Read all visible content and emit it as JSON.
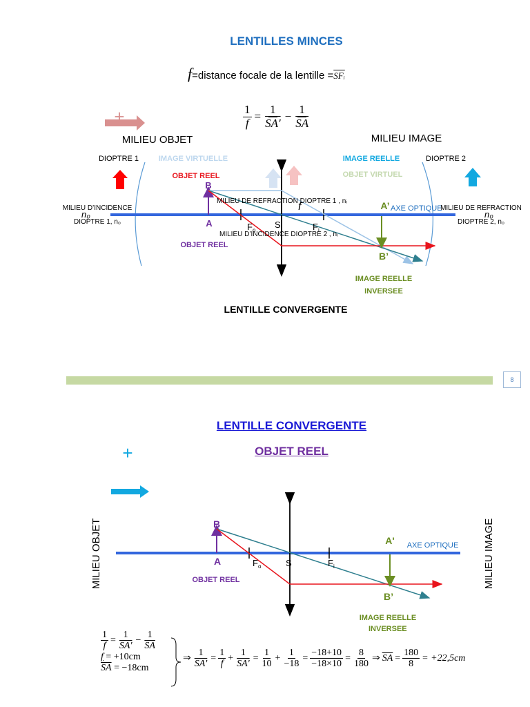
{
  "top": {
    "title": "LENTILLES MINCES",
    "f_symbol": "f",
    "f_definition": "=distance focale de la lentille =",
    "f_sfi": "SFᵢ",
    "formula": {
      "one": "1",
      "f": "f",
      "sa_prime": "SA'",
      "sa": "SA",
      "eq": "=",
      "minus": "−"
    },
    "plus_sign": "+",
    "milieu_objet": "MILIEU OBJET",
    "milieu_image": "MILIEU IMAGE",
    "dioptre1": "DIOPTRE 1",
    "dioptre2": "DIOPTRE 2",
    "image_virtuelle": "IMAGE VIRTUELLE",
    "objet_reel_top": "OBJET REEL",
    "image_reelle": "IMAGE REELLE",
    "objet_virtuel": "OBJET VIRTUEL",
    "point_b": "B",
    "point_a": "A",
    "point_a_prime": "A’",
    "point_b_prime": "B’",
    "milieu_refraction_dioptre1": "MILIEU DE REFRACTION DIOPTRE  1 , nᵢ",
    "axe_optique": "AXE OPTIQUE",
    "milieu_incidence_left_line1": "MILIEU D’INCIDENCE",
    "milieu_incidence_left_line2": "DIOPTRE  1, n₀",
    "n0_left": "n₀",
    "milieu_refraction_right_line1": "MILIEU DE REFRACTION",
    "milieu_refraction_right_line2": "DIOPTRE  2, n₀",
    "n0_right": "n₀",
    "focal_f_italic": "f",
    "focal_fo": "F",
    "focal_fo_sub": "o",
    "focal_fi": "F",
    "focal_fi_sub": "i",
    "center_s": "S",
    "milieu_incidence_dioptre2": "MILIEU D’INCIDENCE  DIOPTRE  2 , nᵢ",
    "objet_reel_bottom": "OBJET REEL",
    "image_reelle_inversee_line1": "IMAGE REELLE",
    "image_reelle_inversee_line2": "INVERSEE",
    "lentille_convergente": "LENTILLE CONVERGENTE"
  },
  "page_badge": "8",
  "bottom": {
    "title": "LENTILLE CONVERGENTE",
    "subtitle": "OBJET REEL",
    "plus_sign": "+",
    "milieu_objet": "MILIEU OBJET",
    "milieu_image": "MILIEU IMAGE",
    "point_b": "B",
    "point_a": "A",
    "point_a_prime": "A'",
    "point_b_prime": "B’",
    "focal_fo": "F",
    "focal_fo_sub": "o",
    "focal_fi": "F",
    "focal_fi_sub": "i",
    "center_s": "S",
    "axe_optique": "AXE OPTIQUE",
    "objet_reel": "OBJET REEL",
    "image_reelle_inversee_line1": "IMAGE REELLE",
    "image_reelle_inversee_line2": "INVERSEE"
  },
  "calc": {
    "line1": "1/f = 1/SA' − 1/SA",
    "line2": "f = +10cm",
    "line3": "SA = −18cm",
    "result_chain": "⇒ 1/SA' = 1/f + 1/SA' = 1/10 + 1/−18 = −18+10 / −18×10 = 8/180 ⇒ SA = 180/8 = +22,5cm",
    "f_val": "f",
    "f_eq": "= +10cm",
    "sa_val": "SA",
    "sa_eq": "= −18cm",
    "r_one": "1",
    "r_ten": "10",
    "r_m18": "−18",
    "r_num": "−18+10",
    "r_den": "−18×10",
    "r_eight": "8",
    "r_180": "180",
    "r_final": "= +22,5cm",
    "r_sa_prime": "SA'",
    "r_sa": "SA",
    "r_f": "f"
  },
  "colors": {
    "axis_blue": "#3366dd",
    "ray_red": "#e8141c",
    "ray_teal": "#2f7f8f",
    "ray_lightblue": "#9dc3e6",
    "object_purple": "#7030a0",
    "image_green": "#6b8e23",
    "dioptre_blue": "#1f6fbf",
    "title_blue": "#1f6fbf",
    "cyan_arrow": "#12a8e0",
    "separator": "#c6d9a3"
  }
}
